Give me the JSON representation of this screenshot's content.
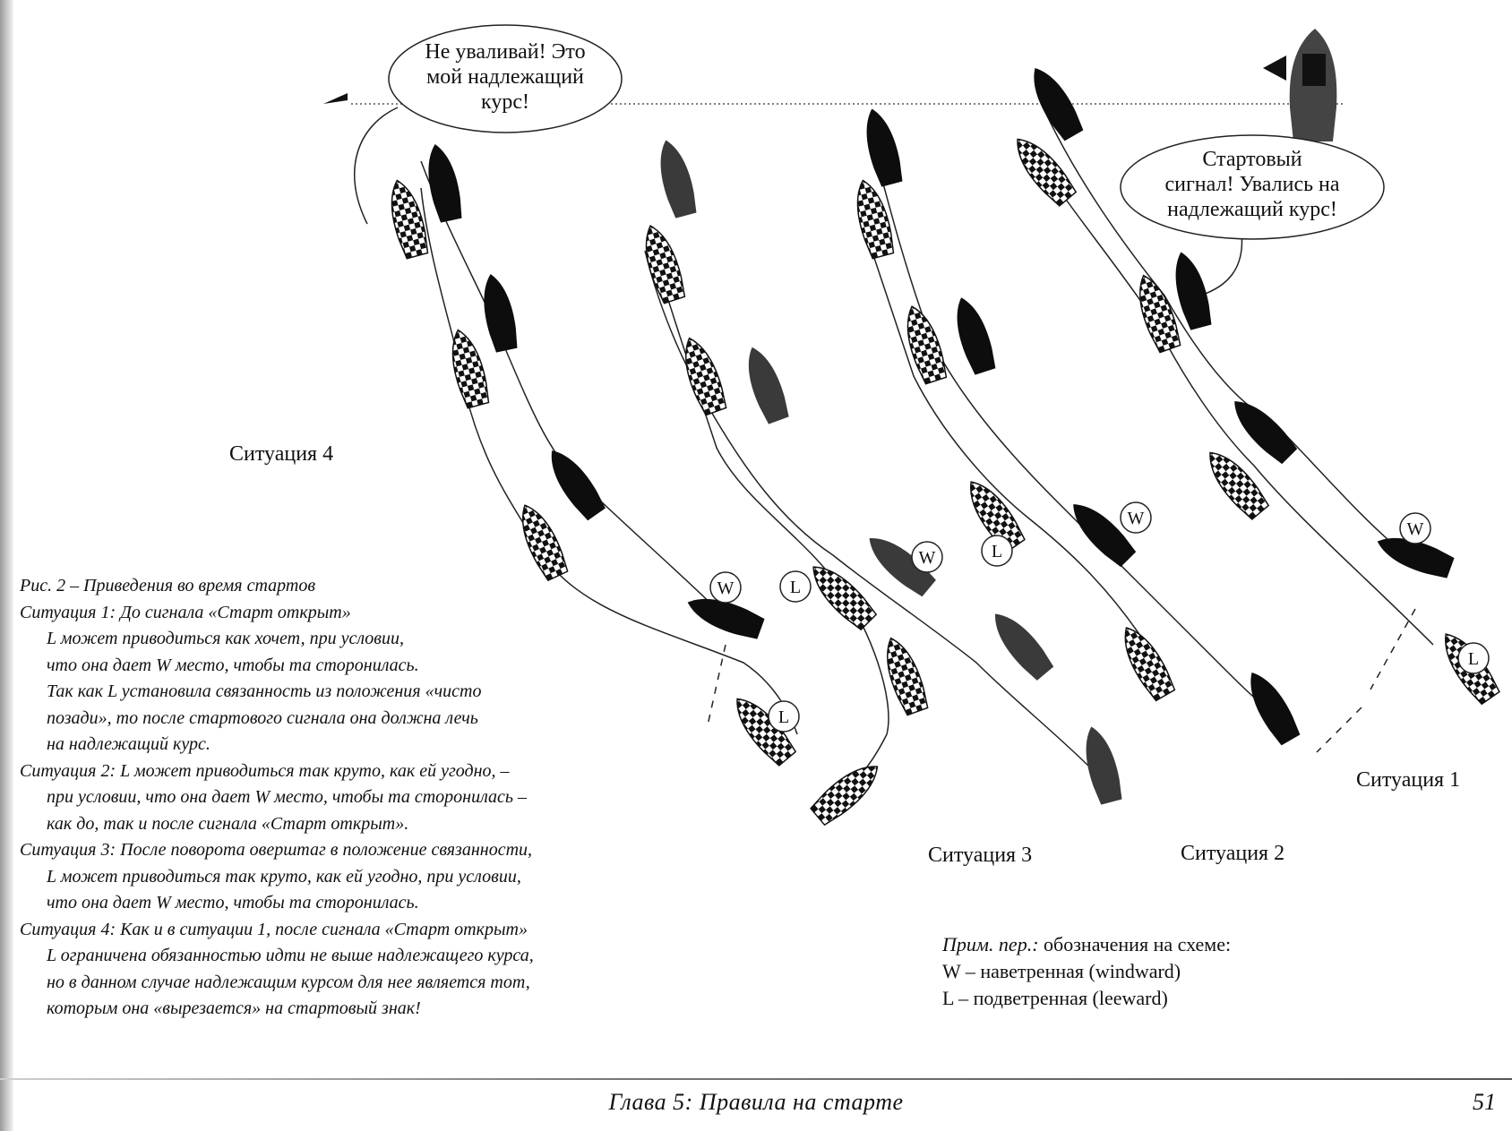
{
  "bubbles": {
    "top": [
      "Не уваливай! Это",
      "мой надлежащий",
      "курс!"
    ],
    "right": [
      "Стартовый",
      "сигнал! Увались на",
      "надлежащий курс!"
    ]
  },
  "situations": {
    "s1": "Ситуация 1",
    "s2": "Ситуация 2",
    "s3": "Ситуация 3",
    "s4": "Ситуация 4"
  },
  "markers": {
    "windward": "W",
    "leeward": "L"
  },
  "caption": {
    "lines": [
      "Рис. 2 – Приведения во время стартов",
      "Ситуация 1: До сигнала «Старт открыт»",
      "L может приводиться как хочет, при условии,",
      "что она дает W место, чтобы та сторонилась.",
      "Так как L установила связанность из положения «чисто",
      "позади», то после стартового сигнала она должна лечь",
      "на надлежащий курс.",
      "Ситуация 2: L может приводиться так круто, как ей угодно, –",
      "при условии, что она дает W место, чтобы та сторонилась –",
      "как до, так и после сигнала «Старт открыт».",
      "Ситуация 3: После поворота оверштаг в положение связанности,",
      "L может приводиться так круто, как ей угодно, при условии,",
      "что она дает W место, чтобы та сторонилась.",
      "Ситуация 4: Как и в ситуации 1, после сигнала «Старт открыт»",
      "L ограничена обязанностью идти не выше надлежащего курса,",
      "но в данном случае надлежащим курсом для нее является тот,",
      "которым она «вырезается» на стартовый знак!"
    ]
  },
  "note": {
    "prefix": "Прим. пер.:",
    "text": " обозначения на схеме:",
    "w_line": "W – наветренная (windward)",
    "l_line": "L – подветренная (leeward)"
  },
  "footer": {
    "title": "Глава 5: Правила на старте",
    "page": "51"
  },
  "colors": {
    "black_boat": "#0d0d0d",
    "gray_boat": "#3a3a3a",
    "checker": "#111111"
  }
}
